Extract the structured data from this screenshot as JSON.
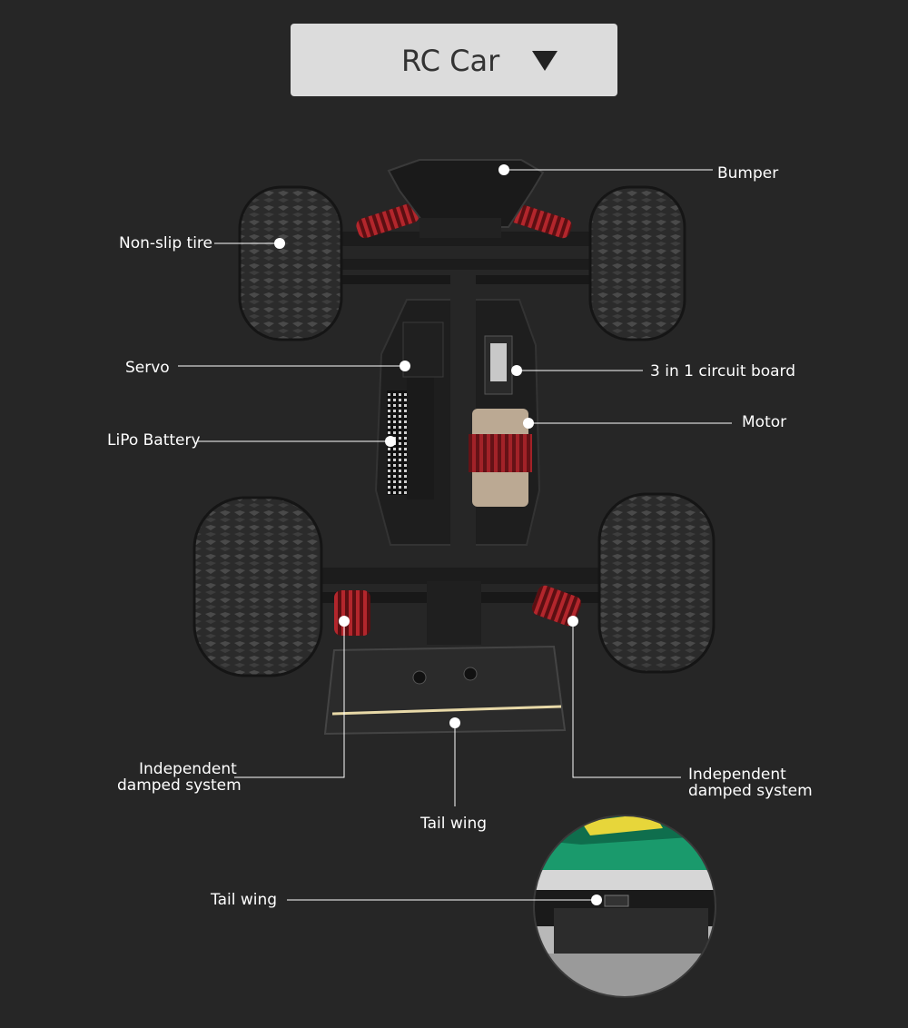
{
  "header": {
    "title": "RC Car"
  },
  "callouts": {
    "bumper": "Bumper",
    "tire": "Non-slip tire",
    "servo": "Servo",
    "circuit_board": "3 in 1 circuit board",
    "motor": "Motor",
    "battery": "LiPo Battery",
    "damped_left_1": "Independent",
    "damped_left_2": "damped system",
    "damped_right_1": "Independent",
    "damped_right_2": "damped system",
    "tail_wing": "Tail wing",
    "tail_wing_detail": "Tail wing"
  }
}
